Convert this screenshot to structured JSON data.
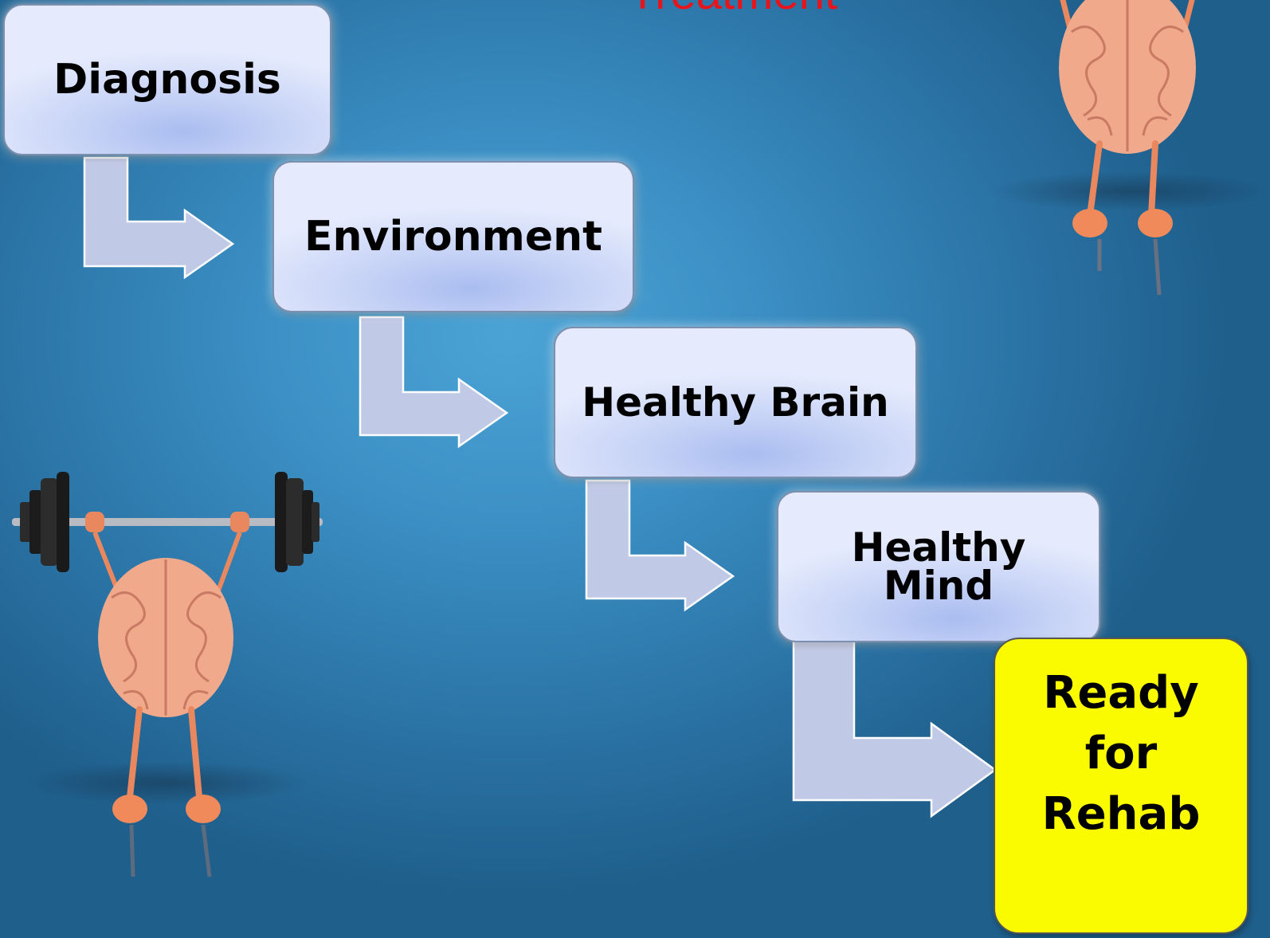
{
  "title": "Treatment",
  "steps": [
    {
      "label": "Diagnosis"
    },
    {
      "label": "Environment"
    },
    {
      "label": "Healthy Brain"
    },
    {
      "label_line1": "Healthy",
      "label_line2": "Mind"
    },
    {
      "label_line1": "Ready",
      "label_line2": "for",
      "label_line3": "Rehab"
    }
  ],
  "colors": {
    "title": "#e8141b",
    "final_step": "#fbfb00",
    "step_fill": "#c7d3f6",
    "arrow_fill": "#c0c9e6"
  },
  "figures": [
    "brain-lifting-barbell-icon",
    "brain-figure-icon"
  ]
}
